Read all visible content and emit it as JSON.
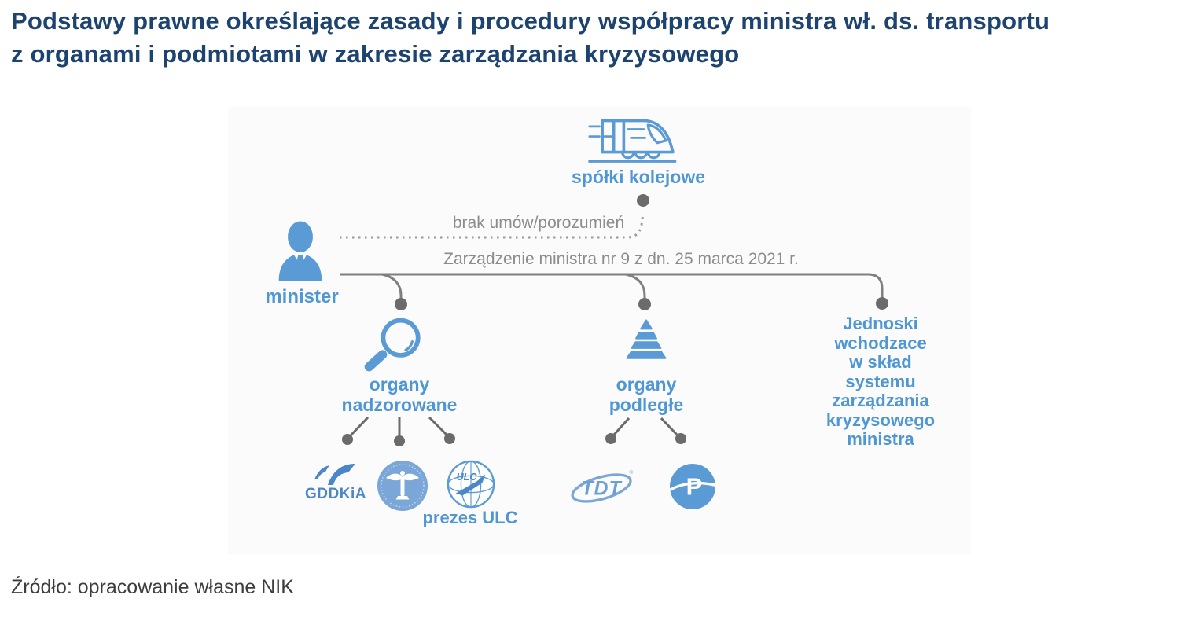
{
  "title": {
    "line1": "Podstawy prawne określające zasady i procedury współpracy ministra wł. ds. transportu",
    "line2": "z organami i podmiotami w zakresie zarządzania kryzysowego"
  },
  "diagram": {
    "railway": {
      "label": "spółki kolejowe"
    },
    "minister": {
      "label": "minister"
    },
    "dotted_link": {
      "label": "brak umów/porozumień"
    },
    "solid_link": {
      "label": "Zarządzenie ministra nr 9 z dn. 25 marca 2021 r."
    },
    "supervised": {
      "label_line1": "organy",
      "label_line2": "nadzorowane",
      "entities": {
        "gddkia": {
          "text": "GDDKiA"
        },
        "ulc": {
          "caption": "prezes ULC",
          "logo_letters": "ULC"
        }
      }
    },
    "subordinate": {
      "label_line1": "organy",
      "label_line2": "podległe",
      "entities": {
        "tdt": {
          "text": "TDT",
          "mark": "®"
        },
        "pazp": {
          "letter": "P"
        }
      }
    },
    "crisis_units": {
      "lines": [
        "Jednoski",
        "wchodzace",
        "w skład systemu",
        "zarządzania",
        "kryzysowego",
        "ministra"
      ]
    }
  },
  "source": "Źródło: opracowanie własne NIK",
  "colors": {
    "title_navy": "#1d4370",
    "accent_blue": "#5b9bd5",
    "label_blue": "#4f97d4",
    "line_gray": "#7f7f7f",
    "dot_gray": "#6b6b6b",
    "text_gray": "#8c8c8c"
  }
}
